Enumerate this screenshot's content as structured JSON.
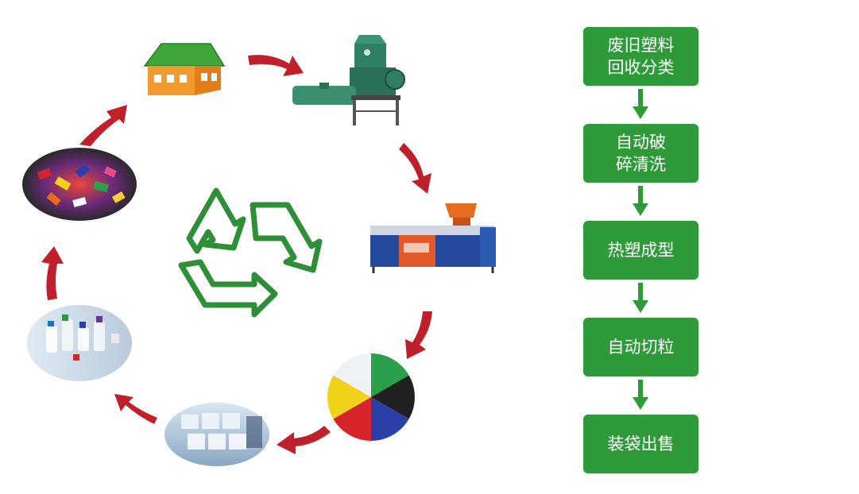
{
  "colors": {
    "step_fill": "#2f9a3a",
    "arrow_green": "#2f9a3a",
    "cycle_arrow_red": "#c0202a",
    "recycle_green": "#2e8f38"
  },
  "cycle": {
    "icon": "recycle-icon",
    "stages": [
      {
        "name": "house",
        "icon": "house-icon"
      },
      {
        "name": "crusher-machine",
        "icon": "crusher-machine-icon"
      },
      {
        "name": "extruder-machine",
        "icon": "extruder-machine-icon"
      },
      {
        "name": "colored-pellets",
        "icon": "pellets-icon"
      },
      {
        "name": "packed-bags",
        "icon": "bags-icon"
      },
      {
        "name": "plastic-products",
        "icon": "bottles-icon"
      },
      {
        "name": "waste-plastic",
        "icon": "waste-plastic-icon"
      }
    ]
  },
  "flow": {
    "steps": [
      {
        "lines": [
          "废旧塑料",
          "回收分类"
        ]
      },
      {
        "lines": [
          "自动破",
          "碎清洗"
        ]
      },
      {
        "lines": [
          "热塑成型"
        ]
      },
      {
        "lines": [
          "自动切粒"
        ]
      },
      {
        "lines": [
          "装袋出售"
        ]
      }
    ]
  }
}
